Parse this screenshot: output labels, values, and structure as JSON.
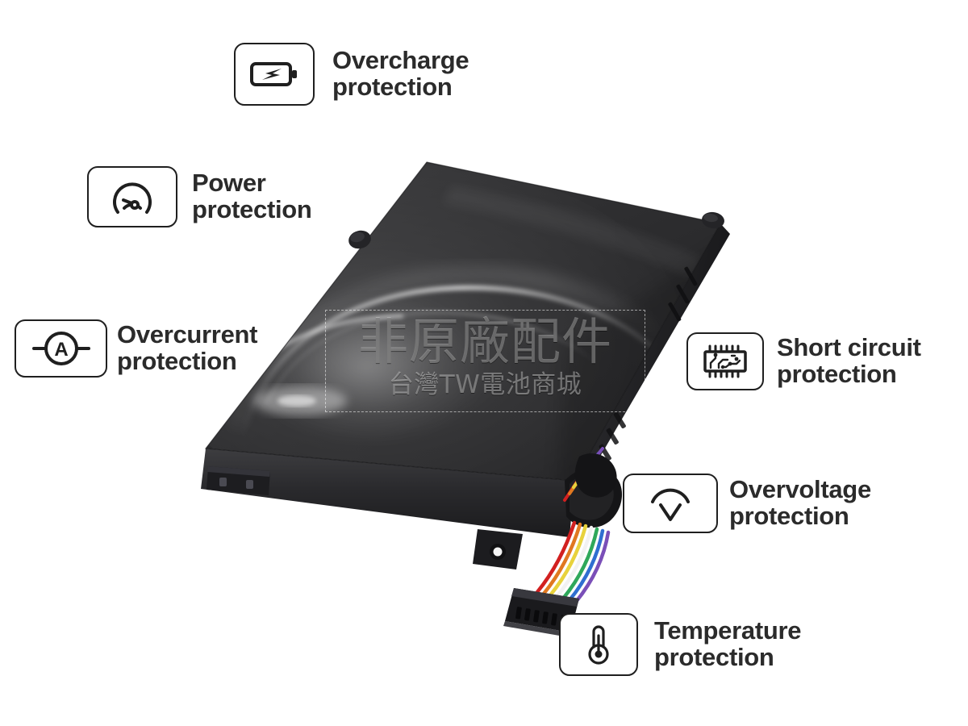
{
  "background_color": "#ffffff",
  "label_color": "#2b2b2b",
  "icon_border_color": "#1f1f1f",
  "product": {
    "name": "laptop-battery-pack",
    "description": "Black rectangular laptop battery pack shown at an angle with a multicolour ribbon cable and black connector plug",
    "body_color": "#2c2c2e",
    "cable_colors": [
      "#d22020",
      "#e07820",
      "#e8d23c",
      "#ffffff",
      "#2fa85a",
      "#2f6fd0",
      "#8a4fc0"
    ]
  },
  "features": [
    {
      "id": "overcharge",
      "icon": "battery-bolt-icon",
      "label_lines": [
        "Overcharge",
        "protection"
      ],
      "label_position": "right"
    },
    {
      "id": "power",
      "icon": "gauge-speedometer-icon",
      "label_lines": [
        "Power",
        "protection"
      ],
      "label_position": "right"
    },
    {
      "id": "overcurrent",
      "icon": "ammeter-icon",
      "label_lines": [
        "Overcurrent",
        "protection"
      ],
      "label_position": "right"
    },
    {
      "id": "shortcircuit",
      "icon": "integrated-circuit-chip-icon",
      "label_lines": [
        "Short circuit",
        "protection"
      ],
      "label_position": "right"
    },
    {
      "id": "overvoltage",
      "icon": "voltmeter-v-arc-icon",
      "label_lines": [
        "Overvoltage",
        "protection"
      ],
      "label_position": "right"
    },
    {
      "id": "temperature",
      "icon": "thermometer-icon",
      "label_lines": [
        "Temperature",
        "protection"
      ],
      "label_position": "right"
    }
  ],
  "watermark": {
    "main_text": "非原廠配件",
    "sub_text": "台灣TW電池商城"
  }
}
